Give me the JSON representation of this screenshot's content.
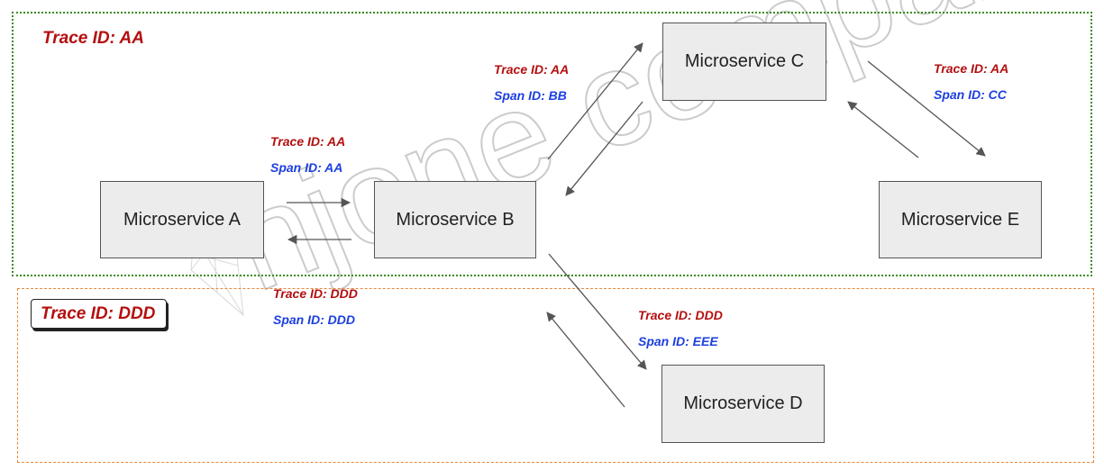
{
  "regions": {
    "trace_aa_title": "Trace ID: AA",
    "trace_ddd_title": "Trace ID: DDD"
  },
  "services": {
    "a": "Microservice A",
    "b": "Microservice B",
    "c": "Microservice C",
    "d": "Microservice D",
    "e": "Microservice E"
  },
  "labels": {
    "a_to_b": {
      "trace": "Trace ID: AA",
      "span": "Span ID: AA"
    },
    "b_to_c": {
      "trace": "Trace ID: AA",
      "span": "Span ID: BB"
    },
    "c_to_e": {
      "trace": "Trace ID: AA",
      "span": "Span ID: CC"
    },
    "a_to_b_ddd": {
      "trace": "Trace ID: DDD",
      "span": "Span ID: DDD"
    },
    "b_to_d": {
      "trace": "Trace ID: DDD",
      "span": "Span ID: EEE"
    }
  },
  "watermark": "njone company",
  "colors": {
    "trace": "#b40f0f",
    "span": "#1c3fe0",
    "region_aa_border": "#3c8c1e",
    "region_ddd_border": "#e8873a",
    "service_fill": "#ececec",
    "arrow": "#555555"
  }
}
